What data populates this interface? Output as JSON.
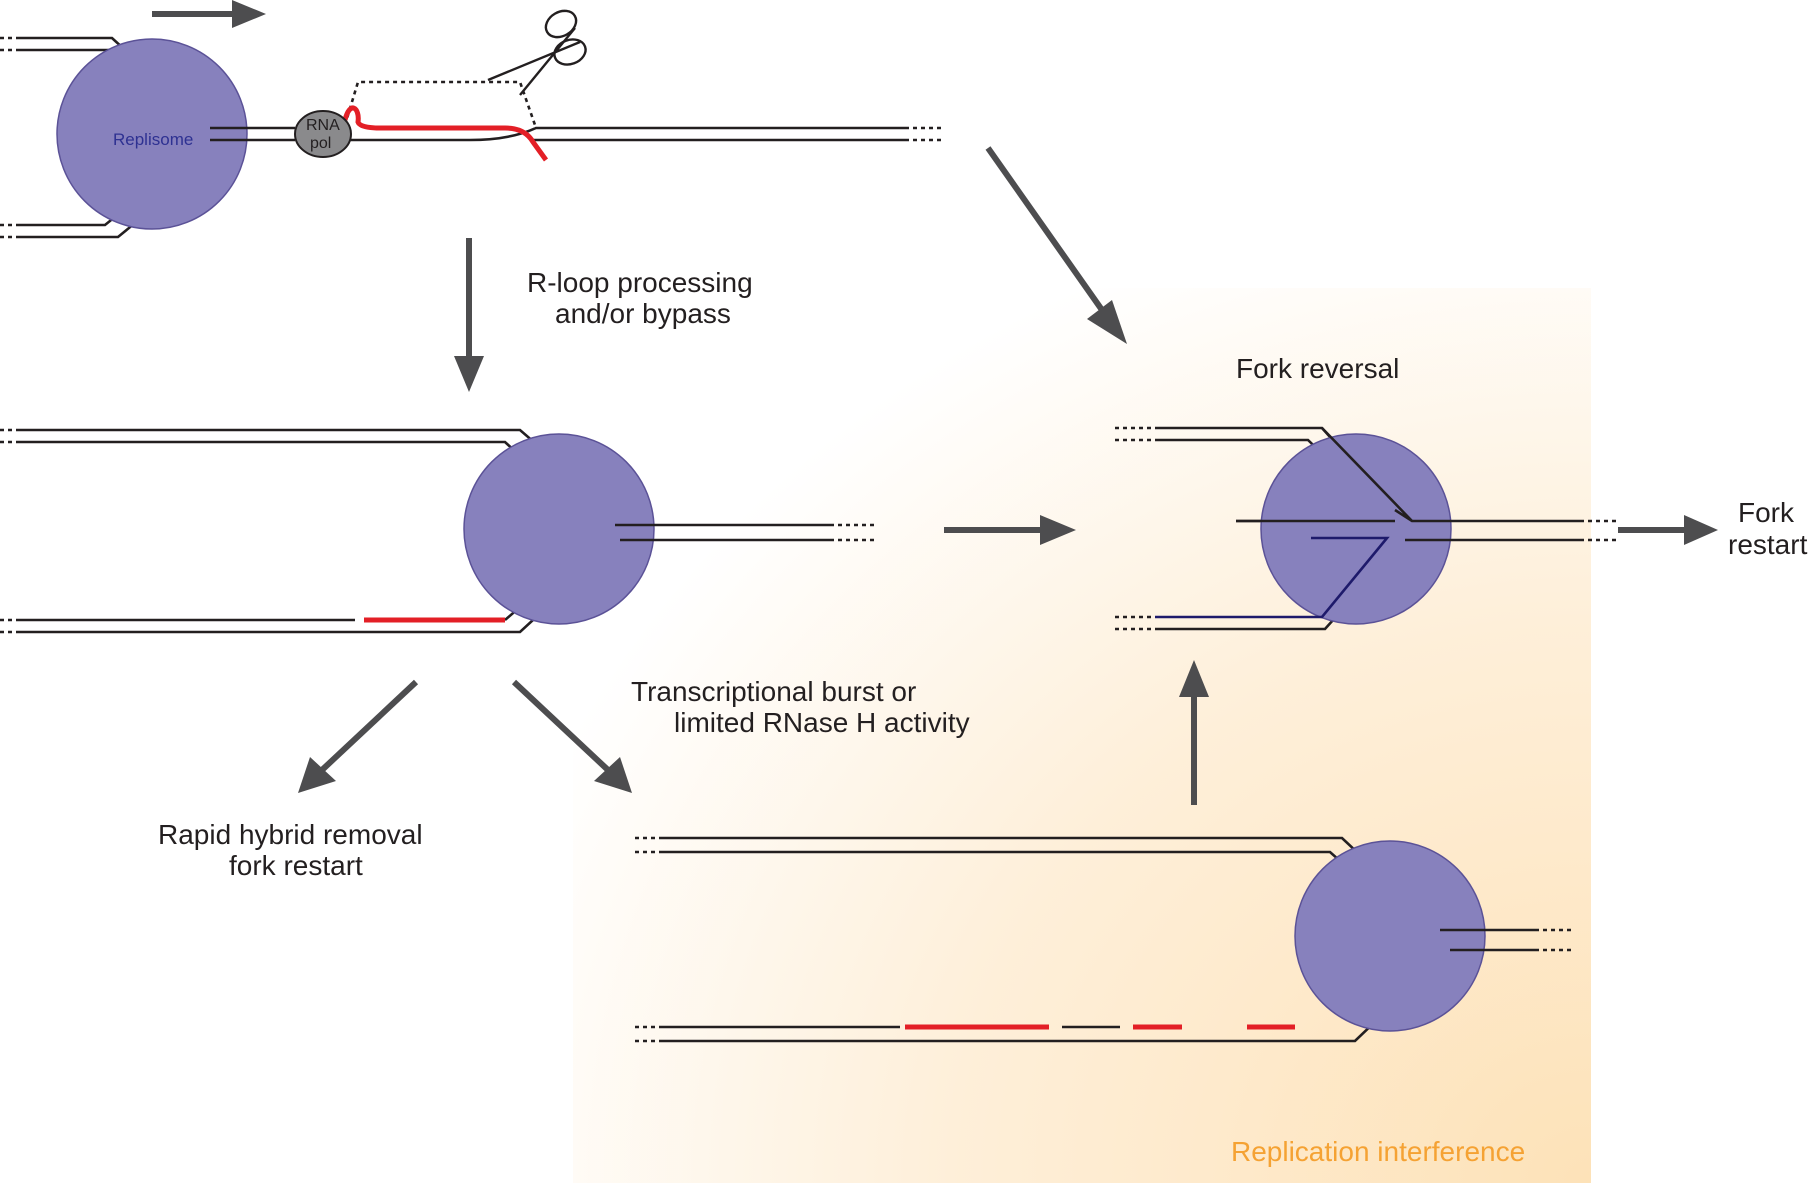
{
  "labels": {
    "replisome": "Replisome",
    "rna_pol_line1": "RNA",
    "rna_pol_line2": "pol",
    "processing_line1": "R-loop processing",
    "processing_line2": "and/or bypass",
    "fork_reversal": "Fork reversal",
    "fork_restart_line1": "Fork",
    "fork_restart_line2": "restart",
    "burst_line1": "Transcriptional burst or",
    "burst_line2": "limited RNase H activity",
    "rapid_line1": "Rapid hybrid removal",
    "rapid_line2": "fork restart",
    "replication_interference": "Replication interference"
  },
  "colors": {
    "replisome_fill": "#8781bd",
    "rna_hybrid": "#e31f26",
    "nascent_reversed": "#1e1a6b",
    "interference_label": "#f5a233",
    "interference_bg": "#fde7c6",
    "arrow": "#4d4d4f"
  },
  "icons": {
    "scissors": "scissors-icon"
  }
}
